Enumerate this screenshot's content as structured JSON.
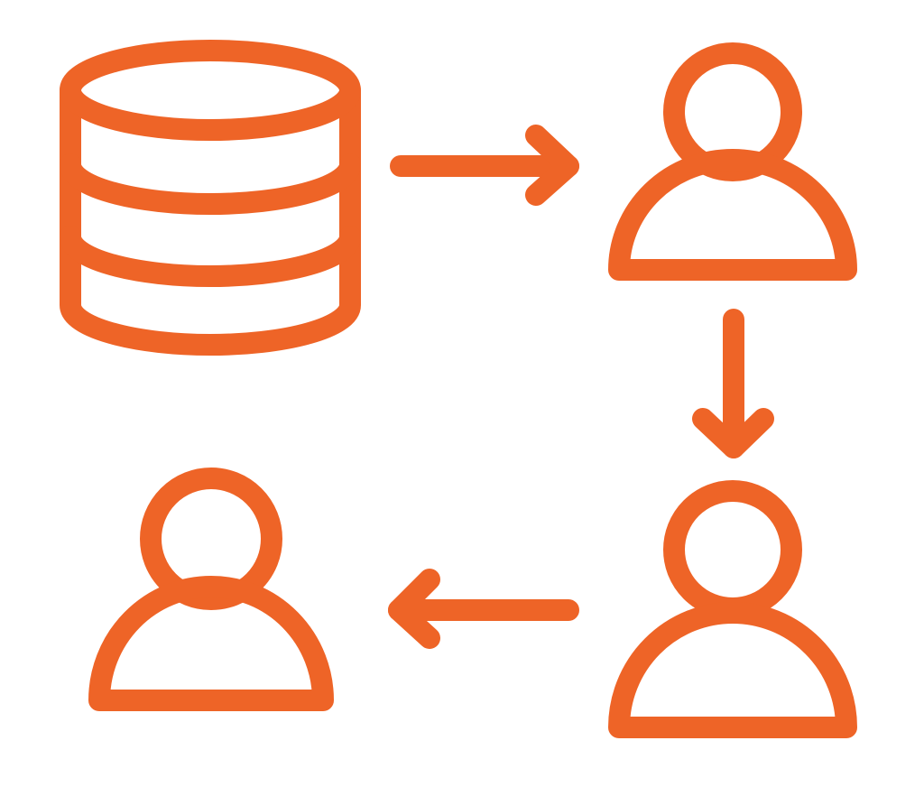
{
  "diagram": {
    "accent_color": "#EE6427",
    "background_color": "#FFFFFF",
    "nodes": [
      {
        "id": "database",
        "icon": "database-icon"
      },
      {
        "id": "user-top-right",
        "icon": "user-icon"
      },
      {
        "id": "user-bottom-right",
        "icon": "user-icon"
      },
      {
        "id": "user-bottom-left",
        "icon": "user-icon"
      }
    ],
    "edges": [
      {
        "from": "database",
        "to": "user-top-right",
        "direction": "right"
      },
      {
        "from": "user-top-right",
        "to": "user-bottom-right",
        "direction": "down"
      },
      {
        "from": "user-bottom-right",
        "to": "user-bottom-left",
        "direction": "left"
      }
    ]
  }
}
